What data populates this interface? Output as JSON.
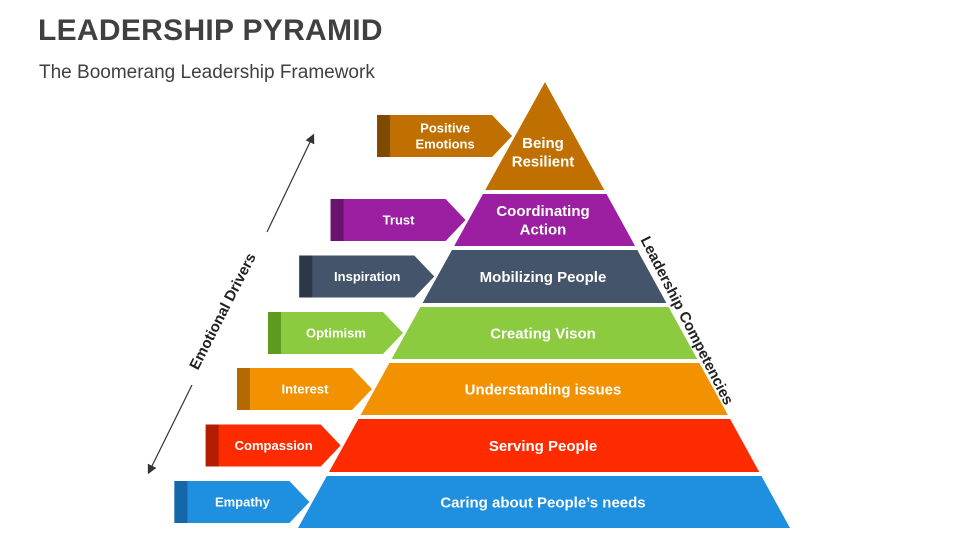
{
  "title": "LEADERSHIP PYRAMID",
  "subtitle": "The Boomerang Leadership Framework",
  "left_axis_label": "Emotional Drivers",
  "right_axis_label": "Leadership Competencies",
  "levels": [
    {
      "competency": "Being Resilient",
      "driver": "Positive Emotions",
      "color": "#C07000",
      "dark": "#7F4A00"
    },
    {
      "competency": "Coordinating Action",
      "driver": "Trust",
      "color": "#9B1FA0",
      "dark": "#6A1470"
    },
    {
      "competency": "Mobilizing People",
      "driver": "Inspiration",
      "color": "#44546A",
      "dark": "#2C3848"
    },
    {
      "competency": "Creating Vison",
      "driver": "Optimism",
      "color": "#8CCB3F",
      "dark": "#5E9A1F"
    },
    {
      "competency": "Understanding issues",
      "driver": "Interest",
      "color": "#F39200",
      "dark": "#B36A00"
    },
    {
      "competency": "Serving People",
      "driver": "Compassion",
      "color": "#FF2B00",
      "dark": "#B21C00"
    },
    {
      "competency": "Caring about People’s needs",
      "driver": "Empathy",
      "color": "#1F8FE0",
      "dark": "#1467A8"
    }
  ]
}
